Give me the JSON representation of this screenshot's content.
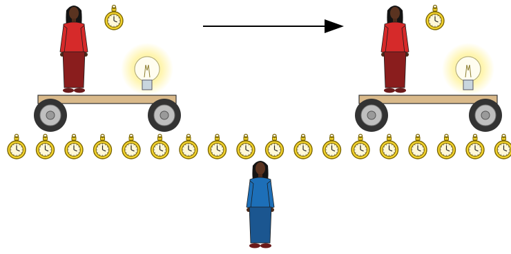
{
  "diagram": {
    "scene": "time-dilation-light-clock",
    "colors": {
      "background": "#ffffff",
      "clock_gold": "#f2d22e",
      "clock_outline": "#7a6500",
      "cart_wood": "#d9b98a",
      "wheel_dark": "#333333",
      "wheel_light": "#bfbfbf",
      "traveler_top": "#d62a2a",
      "traveler_skirt": "#8a1d1d",
      "observer_top": "#1d6fb8",
      "observer_skirt": "#1b5690",
      "bulb_glow": "#fff3a0",
      "arrow": "#000000"
    },
    "carts": [
      {
        "id": "cart-start",
        "label": ""
      },
      {
        "id": "cart-end",
        "label": ""
      }
    ],
    "motion_arrow": {
      "direction": "right",
      "label": ""
    },
    "ground_clock_count": 18,
    "icons": [
      "stopwatch-icon",
      "light-bulb-icon",
      "cart-icon",
      "person-icon",
      "arrow-icon"
    ]
  }
}
